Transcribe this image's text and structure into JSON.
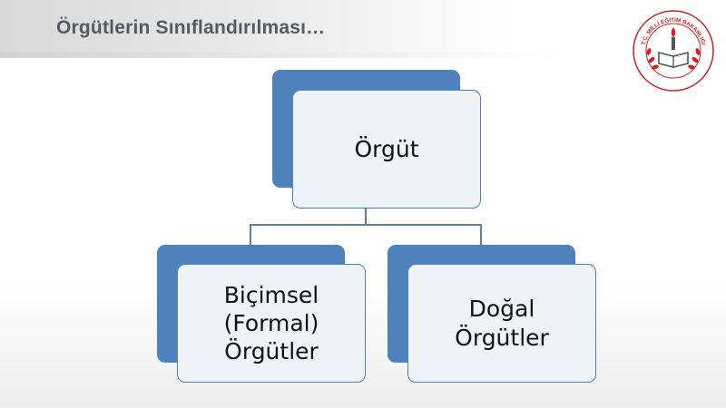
{
  "slide": {
    "title": "Örgütlerin Sınıflandırılması…"
  },
  "logo": {
    "text": "T.C. MİLLİ EĞİTİM BAKANLIĞI",
    "accent_color": "#d32027"
  },
  "diagram": {
    "root": {
      "label": "Örgüt"
    },
    "children": [
      {
        "label": "Biçimsel\n(Formal)\nÖrgütler"
      },
      {
        "label": "Doğal\nÖrgütler"
      }
    ],
    "colors": {
      "box_fill": "#4f81bd",
      "card_fill": "#eef3f8",
      "line": "#5b7fa7"
    }
  }
}
